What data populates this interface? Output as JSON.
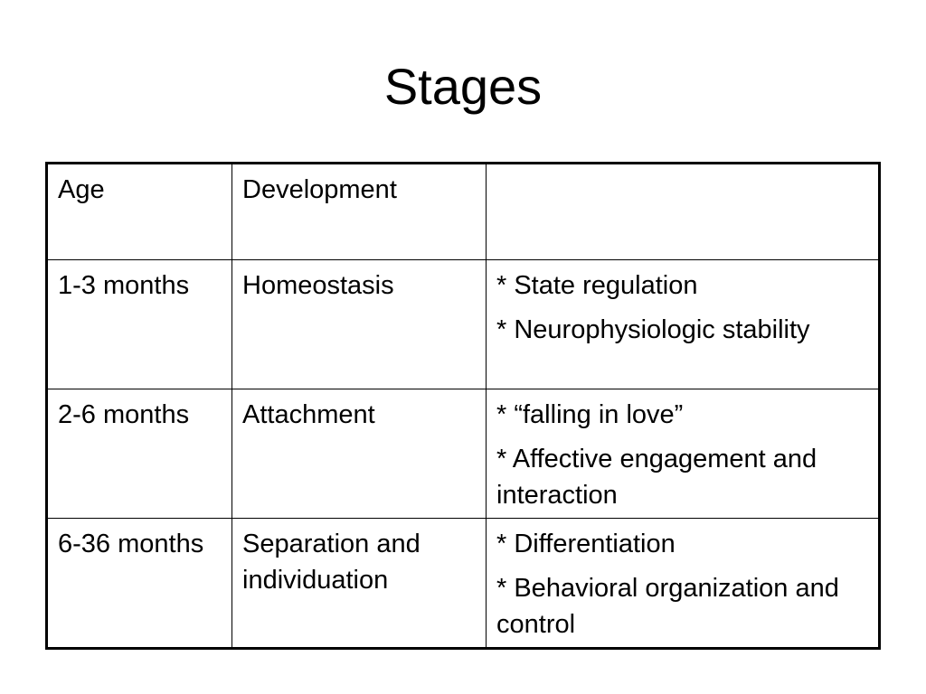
{
  "slide": {
    "title": "Stages"
  },
  "table": {
    "headers": [
      "Age",
      "Development",
      ""
    ],
    "rows": [
      {
        "age": "1-3 months",
        "development": "Homeostasis",
        "details": [
          "* State regulation",
          "* Neurophysiologic stability"
        ]
      },
      {
        "age": "2-6 months",
        "development": "Attachment",
        "details": [
          "* “falling in love”",
          "* Affective engagement and interaction"
        ]
      },
      {
        "age": "6-36 months",
        "development": "Separation and individuation",
        "details": [
          "* Differentiation",
          "* Behavioral organization and control"
        ]
      }
    ]
  }
}
